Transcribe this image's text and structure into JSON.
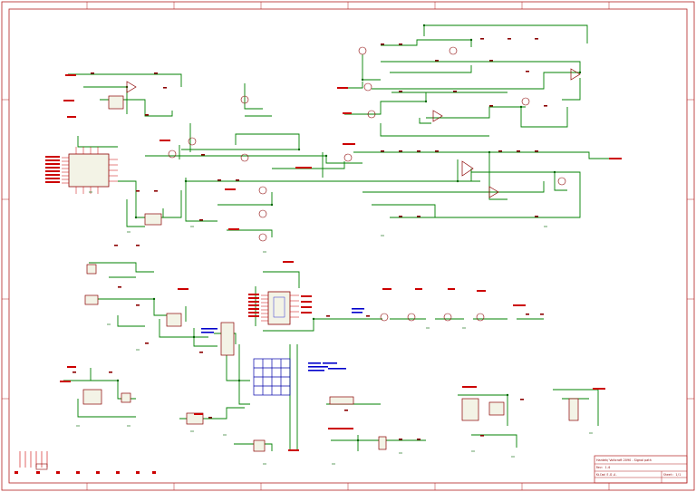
{
  "colors": {
    "background": "#ffffff",
    "border": "#b22222",
    "wire": "#008000",
    "component": "#8b0000",
    "pin_label": "#cc0000",
    "net_label": "#0000cc",
    "junction": "#006400"
  },
  "title_block": {
    "lines": [
      "Hantek/ Voltcraft 2090 - Signal path",
      "Rev: 1.0",
      "KiCad E.D.A.",
      "Sheet: 1/1"
    ]
  },
  "legend_items": [
    "",
    "",
    "",
    "",
    "",
    "",
    "",
    ""
  ]
}
